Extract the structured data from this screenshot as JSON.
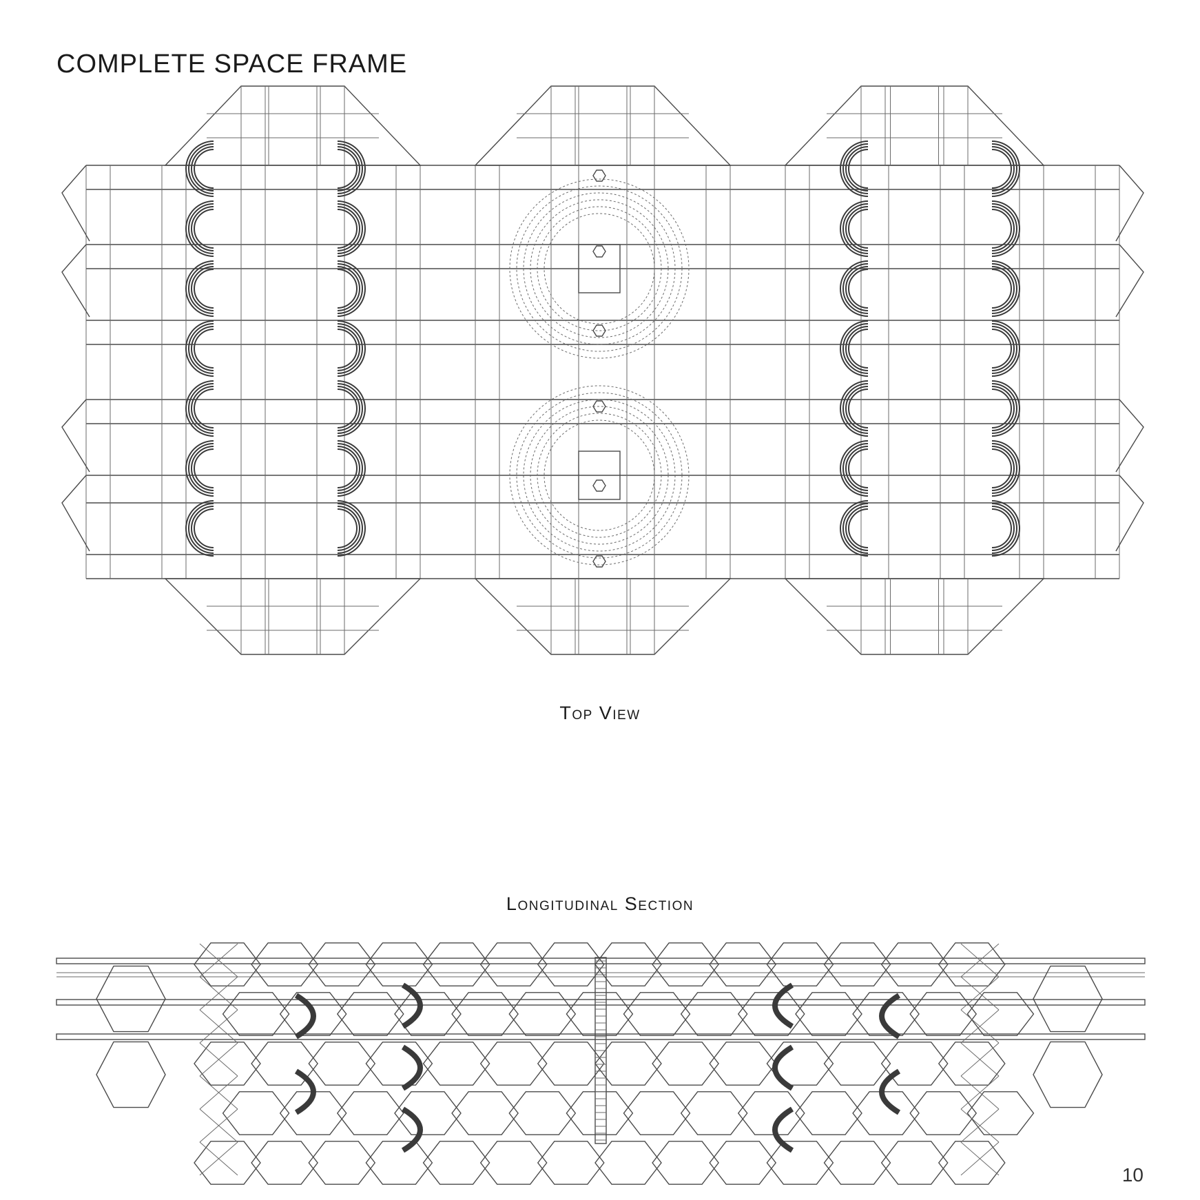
{
  "page": {
    "title": "COMPLETE SPACE FRAME",
    "top_view_caption": "Top View",
    "section_caption": "Longitudinal Section",
    "page_number": "10"
  },
  "colors": {
    "ink": "#4a4a4a",
    "background": "#ffffff"
  }
}
